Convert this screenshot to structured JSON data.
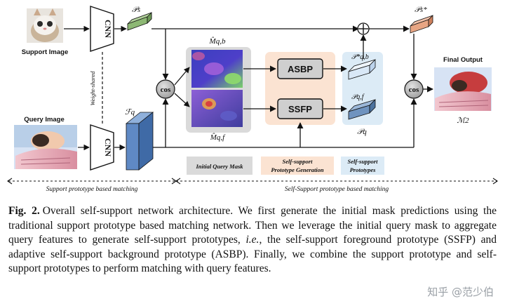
{
  "diagram": {
    "support_image_label": "Support Image",
    "query_image_label": "Query Image",
    "final_output_label": "Final Output",
    "cnn_label": "CNN",
    "weight_shared_label": "Weight-shared",
    "ps_label": "𝒫s",
    "fq_label": "ℱq",
    "ps_star_label": "𝒫s*",
    "m_qb_label": "M̂q,b",
    "m_qf_label": "M̂q,f",
    "m2_label": "ℳ2",
    "pq_label": "𝒫q",
    "pqb_star_label": "𝒫*q,b",
    "pqf_label": "𝒫q,f",
    "asbp_label": "ASBP",
    "ssfp_label": "SSFP",
    "cos_label": "cos",
    "initial_query_mask_label": "Initial Query Mask",
    "self_support_generation_label_1": "Self-support",
    "self_support_generation_label_2": "Prototype Generation",
    "self_support_prototypes_label_1": "Self-support",
    "self_support_prototypes_label_2": "Prototypes",
    "support_matching_label": "Support prototype based matching",
    "self_support_matching_label": "Self-Support prototype based matching",
    "colors": {
      "ps_green": "#8db874",
      "fq_blue": "#5f89c4",
      "ps_star_orange": "#e8a583",
      "mask_panel_gray": "#dadada",
      "generation_panel_peach": "#fbe3d2",
      "prototype_panel_blue": "#dcebf6",
      "node_gray": "#b9b9b9",
      "prototype_light_blue": "#d9e8f7",
      "prototype_dark_blue": "#6f93bf"
    }
  },
  "caption": {
    "fig_label": "Fig. 2.",
    "text_1": "Overall self-support network architecture. We first generate the initial mask predictions using the traditional support prototype based matching network. Then we leverage the initial query mask to aggregate query features to generate self-support prototypes, ",
    "ie": "i.e.",
    "text_2": ", the self-support foreground prototype (SSFP) and adaptive self-support background prototype (ASBP). Finally, we combine the support prototype and self-support prototypes to perform matching with query features."
  },
  "watermark": "知乎 @范少伯"
}
